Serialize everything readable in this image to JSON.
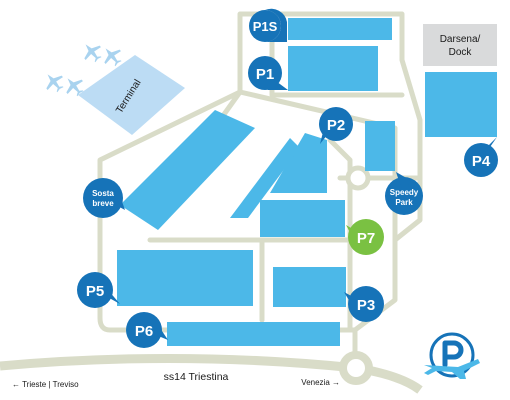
{
  "colors": {
    "parking": "#4cb8e8",
    "pin": "#1673b8",
    "pin_highlight": "#7ac142",
    "road": "#d9dcc8",
    "terminal": "#bcdcf4",
    "plane": "#a9d3ef",
    "darsena_box": "#d9dadb"
  },
  "buildings": {
    "terminal": "Terminal",
    "darsena_line1": "Darsena/",
    "darsena_line2": "Dock"
  },
  "parking": {
    "p1s": "P1S",
    "p1": "P1",
    "p2": "P2",
    "p3": "P3",
    "p4": "P4",
    "p5": "P5",
    "p6": "P6",
    "p7": "P7",
    "sosta_breve_line1": "Sosta",
    "sosta_breve_line2": "breve",
    "speedy_park_line1": "Speedy",
    "speedy_park_line2": "Park"
  },
  "roads": {
    "highway": "ss14 Triestina",
    "west": "← Trieste | Treviso",
    "east": "Venezia →"
  },
  "icons": [
    "airplane-icon",
    "parking-airport-logo-icon"
  ]
}
